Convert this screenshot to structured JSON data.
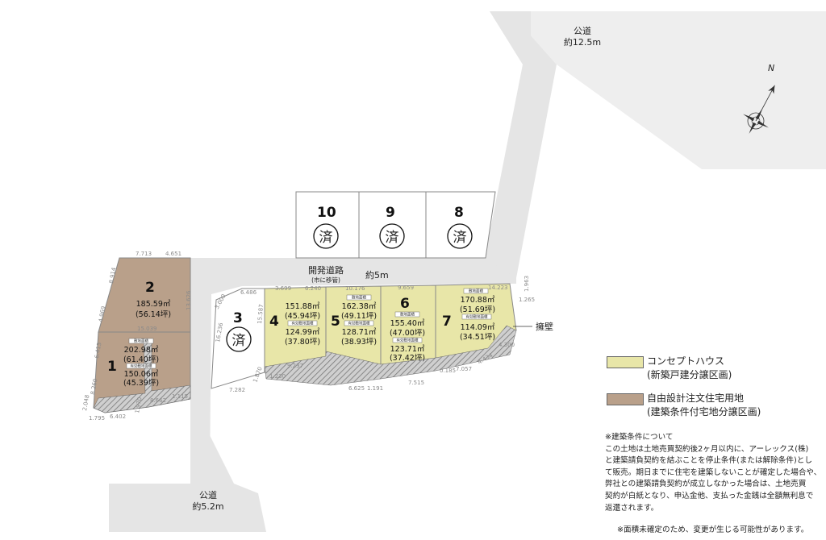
{
  "roads": {
    "top": {
      "name": "公道",
      "width": "約12.5m"
    },
    "bottom": {
      "name": "公道",
      "width": "約5.2m"
    },
    "dev": {
      "name": "開発道路",
      "note": "(市に移管)",
      "width": "約5m"
    }
  },
  "retaining_wall": "擁壁",
  "compass": "N",
  "sold_mark": "済",
  "lots": {
    "l1": {
      "num": "1",
      "tag1": "敷地面積",
      "area1": "202.98㎡",
      "tsubo1": "(61.40坪)",
      "tag2": "有効敷地面積",
      "area2": "150.06㎡",
      "tsubo2": "(45.39坪)",
      "type": "自由設計注文住宅用地"
    },
    "l2": {
      "num": "2",
      "area1": "185.59㎡",
      "tsubo1": "(56.14坪)",
      "type": "自由設計注文住宅用地"
    },
    "l3": {
      "num": "3",
      "status": "済"
    },
    "l4": {
      "num": "4",
      "tag1": "敷地面積",
      "area1": "151.88㎡",
      "tsubo1": "(45.94坪)",
      "tag2": "有効敷地面積",
      "area2": "124.99㎡",
      "tsubo2": "(37.80坪)",
      "type": "コンセプトハウス"
    },
    "l5": {
      "num": "5",
      "tag1": "敷地面積",
      "area1": "162.38㎡",
      "tsubo1": "(49.11坪)",
      "tag2": "有効敷地面積",
      "area2": "128.71㎡",
      "tsubo2": "(38.93坪)",
      "type": "コンセプトハウス"
    },
    "l6": {
      "num": "6",
      "tag1": "敷地面積",
      "area1": "155.40㎡",
      "tsubo1": "(47.00坪)",
      "tag2": "有効敷地面積",
      "area2": "123.71㎡",
      "tsubo2": "(37.42坪)",
      "type": "コンセプトハウス"
    },
    "l7": {
      "num": "7",
      "tag1": "敷地面積",
      "area1": "170.88㎡",
      "tsubo1": "(51.69坪)",
      "tag2": "有効敷地面積",
      "area2": "114.09㎡",
      "tsubo2": "(34.51坪)",
      "type": "コンセプトハウス"
    },
    "l8": {
      "num": "8",
      "status": "済"
    },
    "l9": {
      "num": "9",
      "status": "済"
    },
    "l10": {
      "num": "10",
      "status": "済"
    }
  },
  "dims": {
    "d1": "7.713",
    "d2": "4.651",
    "d3": "8.914",
    "d4": "15.039",
    "d5": "4.969",
    "d6": "6.413",
    "d7": "8.260",
    "d8": "2.048",
    "d9": "1.795",
    "d10": "6.402",
    "d11": "8.662",
    "d12": "1.115",
    "d13": "1.970",
    "d14": "6.486",
    "d15": "3.000",
    "d16": "16.236",
    "d17": "7.282",
    "d18": "1.870",
    "d19": "1.230",
    "d20": "9.237",
    "d21": "6.625",
    "d22": "1.191",
    "d23": "7.515",
    "d24": "0.185",
    "d25": "7.057",
    "d26": "4.434",
    "d27": "4.300",
    "d28": "1.265",
    "d29": "1.963",
    "d30": "14.223",
    "d31": "9.659",
    "d32": "10.176",
    "d33": "3.699",
    "d34": "6.240",
    "d35": "15.587",
    "d36": "13.626"
  },
  "legend": {
    "concept": {
      "label": "コンセプトハウス",
      "sub": "(新築戸建分譲区画)",
      "color": "#e8e6a8"
    },
    "free": {
      "label": "自由設計注文住宅用地",
      "sub": "(建築条件付宅地分譲区画)",
      "color": "#b9a08a"
    }
  },
  "notes": {
    "title": "※建築条件について",
    "lines": [
      "この土地は土地売買契約後2ヶ月以内に、アーレックス(株)",
      "と建築請負契約を結ぶことを停止条件(または解除条件)とし",
      "て販売。期日までに住宅を建築しないことが確定した場合や、",
      "弊社との建築請負契約が成立しなかった場合は、土地売買",
      "契約が白紙となり、申込金他、支払った金銭は全額無利息で",
      "返還されます。"
    ],
    "footnote": "※面積未確定のため、変更が生じる可能性があります。"
  }
}
